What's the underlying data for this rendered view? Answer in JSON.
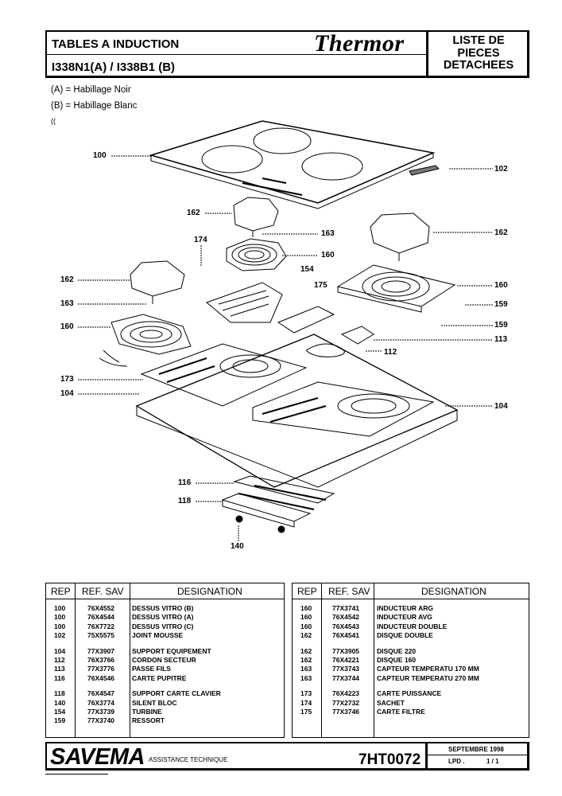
{
  "header": {
    "title": "TABLES A INDUCTION",
    "model": "I338N1(A) / I338B1 (B)",
    "brand": "Thermor",
    "doc_type": [
      "LISTE DE",
      "PIECES",
      "DETACHEES"
    ]
  },
  "legend": {
    "a": "(A) = Habillage Noir",
    "b": "(B) = Habillage Blanc",
    "c": "(("
  },
  "diagram": {
    "callouts": [
      "100",
      "102",
      "162",
      "163",
      "174",
      "160",
      "154",
      "175",
      "162",
      "160",
      "159",
      "163",
      "159",
      "113",
      "162",
      "160",
      "112",
      "173",
      "104",
      "104",
      "116",
      "118",
      "140"
    ]
  },
  "table": {
    "headers": {
      "rep": "REP",
      "ref": "REF. SAV",
      "designation": "DESIGNATION"
    },
    "left_groups": [
      [
        {
          "rep": "100",
          "ref": "76X4552",
          "des": "DESSUS VITRO (B)"
        },
        {
          "rep": "100",
          "ref": "76X4544",
          "des": "DESSUS VITRO (A)"
        },
        {
          "rep": "100",
          "ref": "76X7722",
          "des": "DESSUS VITRO (C)"
        },
        {
          "rep": "102",
          "ref": "75X5575",
          "des": "JOINT MOUSSE"
        }
      ],
      [
        {
          "rep": "104",
          "ref": "77X3907",
          "des": "SUPPORT EQUIPEMENT"
        },
        {
          "rep": "112",
          "ref": "76X3766",
          "des": "CORDON SECTEUR"
        },
        {
          "rep": "113",
          "ref": "77X3776",
          "des": "PASSE FILS"
        },
        {
          "rep": "116",
          "ref": "76X4546",
          "des": "CARTE PUPITRE"
        }
      ],
      [
        {
          "rep": "118",
          "ref": "76X4547",
          "des": "SUPPORT CARTE CLAVIER"
        },
        {
          "rep": "140",
          "ref": "76X3774",
          "des": "SILENT BLOC"
        },
        {
          "rep": "154",
          "ref": "77X3739",
          "des": "TURBINE"
        },
        {
          "rep": "159",
          "ref": "77X3740",
          "des": "RESSORT"
        }
      ]
    ],
    "right_groups": [
      [
        {
          "rep": "160",
          "ref": "77X3741",
          "des": "INDUCTEUR ARG"
        },
        {
          "rep": "160",
          "ref": "76X4542",
          "des": "INDUCTEUR AVG"
        },
        {
          "rep": "160",
          "ref": "76X4543",
          "des": "INDUCTEUR DOUBLE"
        },
        {
          "rep": "162",
          "ref": "76X4541",
          "des": "DISQUE DOUBLE"
        }
      ],
      [
        {
          "rep": "162",
          "ref": "77X3905",
          "des": "DISQUE 220"
        },
        {
          "rep": "162",
          "ref": "76X4221",
          "des": "DISQUE 160"
        },
        {
          "rep": "163",
          "ref": "77X3743",
          "des": "CAPTEUR TEMPERATU 170 MM"
        },
        {
          "rep": "163",
          "ref": "77X3744",
          "des": "CAPTEUR TEMPERATU 270 MM"
        }
      ],
      [
        {
          "rep": "173",
          "ref": "76X4223",
          "des": "CARTE PUISSANCE"
        },
        {
          "rep": "174",
          "ref": "77X2732",
          "des": "SACHET"
        },
        {
          "rep": "175",
          "ref": "77X3746",
          "des": "CARTE FILTRE"
        }
      ]
    ]
  },
  "footer": {
    "company": "SAVEMA",
    "tagline": "ASSISTANCE TECHNIQUE",
    "doc_ref": "7HT0072",
    "date": "SEPTEMBRE 1998",
    "lpd": "LPD .",
    "page": "1 / 1"
  }
}
